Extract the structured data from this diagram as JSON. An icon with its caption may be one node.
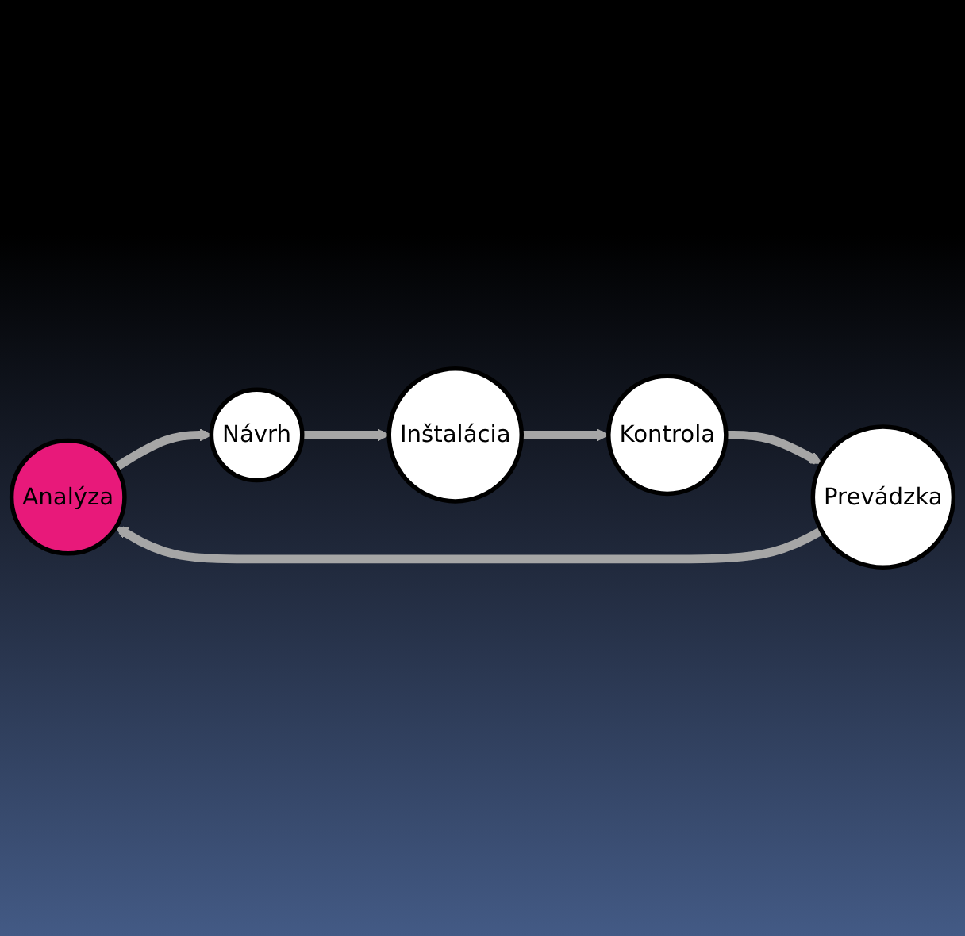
{
  "diagram": {
    "nodes": [
      {
        "text": [
          "Analýza"
        ]
      },
      {
        "text": [
          "Návrh"
        ]
      },
      {
        "text": [
          "Inštalácia"
        ]
      },
      {
        "text": [
          "Kontrola"
        ]
      },
      {
        "text": [
          "Prevádzka"
        ]
      }
    ],
    "edges": [
      {
        "from": 0,
        "to": 1,
        "arrow": "to"
      },
      {
        "from": 1,
        "to": 2,
        "arrow": "to"
      },
      {
        "from": 2,
        "to": 3,
        "arrow": "to"
      },
      {
        "from": 3,
        "to": 4,
        "arrow": "to"
      },
      {
        "from": 4,
        "to": 0,
        "arrow": "to"
      }
    ]
  }
}
